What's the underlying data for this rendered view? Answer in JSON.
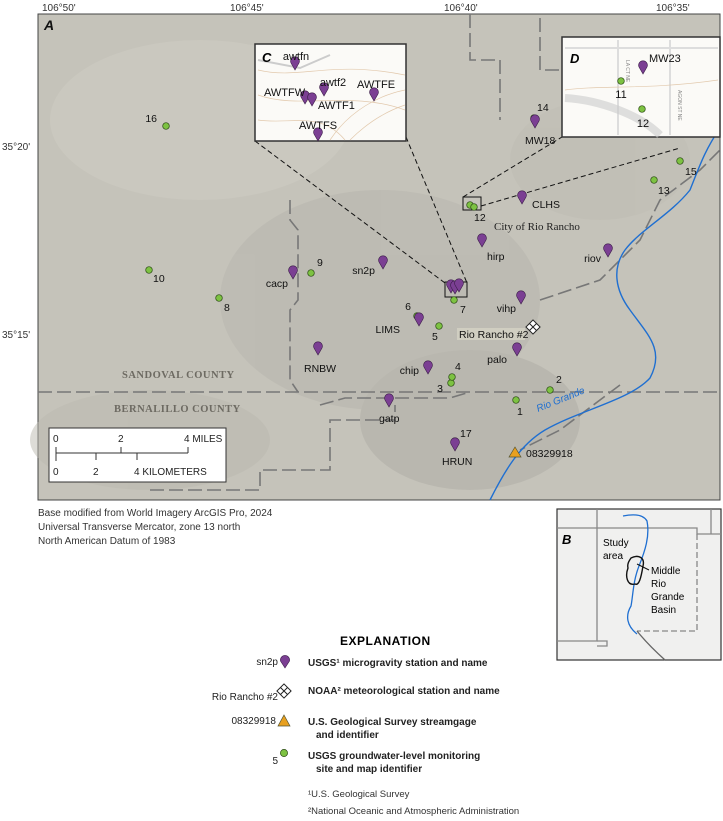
{
  "map_a": {
    "panel_label": "A",
    "lon_labels": [
      "106°50'",
      "106°45'",
      "106°40'",
      "106°35'"
    ],
    "lat_labels": [
      "35°20'",
      "35°15'"
    ],
    "place_labels": {
      "city": "City of Rio Rancho",
      "sandoval": "SANDOVAL COUNTY",
      "bernalillo": "BERNALILLO COUNTY",
      "river": "Rio Grande"
    },
    "microgravity_stations": [
      "MW18",
      "CLHS",
      "hirp",
      "riov",
      "sn2p",
      "cacp",
      "vihp",
      "LIMS",
      "palo",
      "RNBW",
      "chip",
      "gatp",
      "HRUN"
    ],
    "groundwater_sites": [
      "1",
      "2",
      "3",
      "4",
      "5",
      "6",
      "7",
      "8",
      "9",
      "10",
      "12",
      "13",
      "14",
      "15",
      "16",
      "17"
    ],
    "noaa_station": "Rio Rancho #2",
    "streamgage": "08329918",
    "scale_bar": {
      "miles_ticks": [
        "0",
        "2",
        "4 MILES"
      ],
      "km_ticks": [
        "0",
        "2",
        "4 KILOMETERS"
      ]
    }
  },
  "inset_c": {
    "panel_label": "C",
    "stations": [
      "awtfn",
      "awtf2",
      "AWTFW",
      "AWTF1",
      "AWTFE",
      "AWTFS"
    ]
  },
  "inset_d": {
    "panel_label": "D",
    "stations": [
      "MW23"
    ],
    "sites": [
      "11",
      "12"
    ],
    "street_labels": [
      "LA CT NE",
      "AGON ST NE"
    ]
  },
  "inset_b": {
    "panel_label": "B",
    "study_area": [
      "Study",
      "area"
    ],
    "basin": [
      "Middle",
      "Rio",
      "Grande",
      "Basin"
    ]
  },
  "credits": [
    "Base modified from World Imagery ArcGIS Pro, 2024",
    "Universal Transverse Mercator, zone 13 north",
    "North American Datum of 1983"
  ],
  "explanation": {
    "title": "EXPLANATION",
    "items": [
      {
        "symbol_label": "sn2p",
        "text": [
          "USGS¹ microgravity station and name"
        ]
      },
      {
        "symbol_label": "Rio Rancho #2",
        "text": [
          "NOAA² meteorological station and name"
        ]
      },
      {
        "symbol_label": "08329918",
        "text": [
          "U.S. Geological Survey streamgage",
          "and identifier"
        ]
      },
      {
        "symbol_label": "5",
        "text": [
          "USGS groundwater-level monitoring",
          "site and map identifier"
        ]
      }
    ],
    "footnotes": [
      "¹U.S. Geological Survey",
      "²National Oceanic and Atmospheric Administration"
    ]
  },
  "colors": {
    "microgravity": "#7b3f93",
    "groundwater": "#7dc242",
    "streamgage": "#e8a020",
    "river": "#1f6fd1",
    "map_background": "#c5c3ba"
  }
}
